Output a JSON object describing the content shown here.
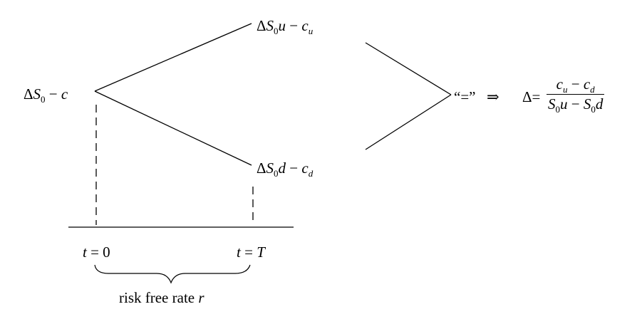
{
  "nodes": {
    "root": {
      "delta": "Δ",
      "s": "S",
      "sub": "0",
      "rest": " − ",
      "c": "c"
    },
    "up": {
      "delta": "Δ",
      "s": "S",
      "sub": "0",
      "u": "u",
      "minus": " − ",
      "c": "c",
      "csub": "u"
    },
    "down": {
      "delta": "Δ",
      "s": "S",
      "sub": "0",
      "d": "d",
      "minus": " − ",
      "c": "c",
      "csub": "d"
    }
  },
  "result": {
    "quote_eq": "“=”",
    "implies": "⇒",
    "delta_eq": "Δ=",
    "numerator": {
      "c1": "c",
      "c1sub": "u",
      "minus": " − ",
      "c2": "c",
      "c2sub": "d"
    },
    "denominator": {
      "s1": "S",
      "s1sub": "0",
      "u": "u",
      "minus": " − ",
      "s2": "S",
      "s2sub": "0",
      "d": "d"
    }
  },
  "timeline": {
    "t0": {
      "t": "t",
      "eq": " = 0"
    },
    "tT": {
      "t": "t",
      "eq": " = ",
      "T": "T"
    },
    "rate_label": {
      "text": "risk free rate ",
      "r": "r"
    }
  }
}
